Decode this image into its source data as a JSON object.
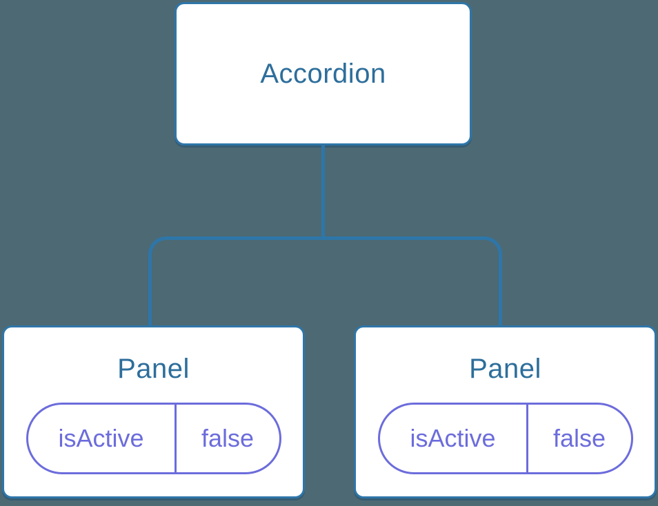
{
  "diagram": {
    "type": "component-tree",
    "root": {
      "label": "Accordion"
    },
    "children": [
      {
        "label": "Panel",
        "state": {
          "key": "isActive",
          "value": "false"
        }
      },
      {
        "label": "Panel",
        "state": {
          "key": "isActive",
          "value": "false"
        }
      }
    ]
  },
  "colors": {
    "background": "#4D6973",
    "connector": "#2E76A9",
    "box_border": "#2E76A9",
    "box_background": "#FFFFFF",
    "label_text": "#2D6E9B",
    "state_text": "#6C6CDC",
    "state_border": "#6C6CDC"
  }
}
